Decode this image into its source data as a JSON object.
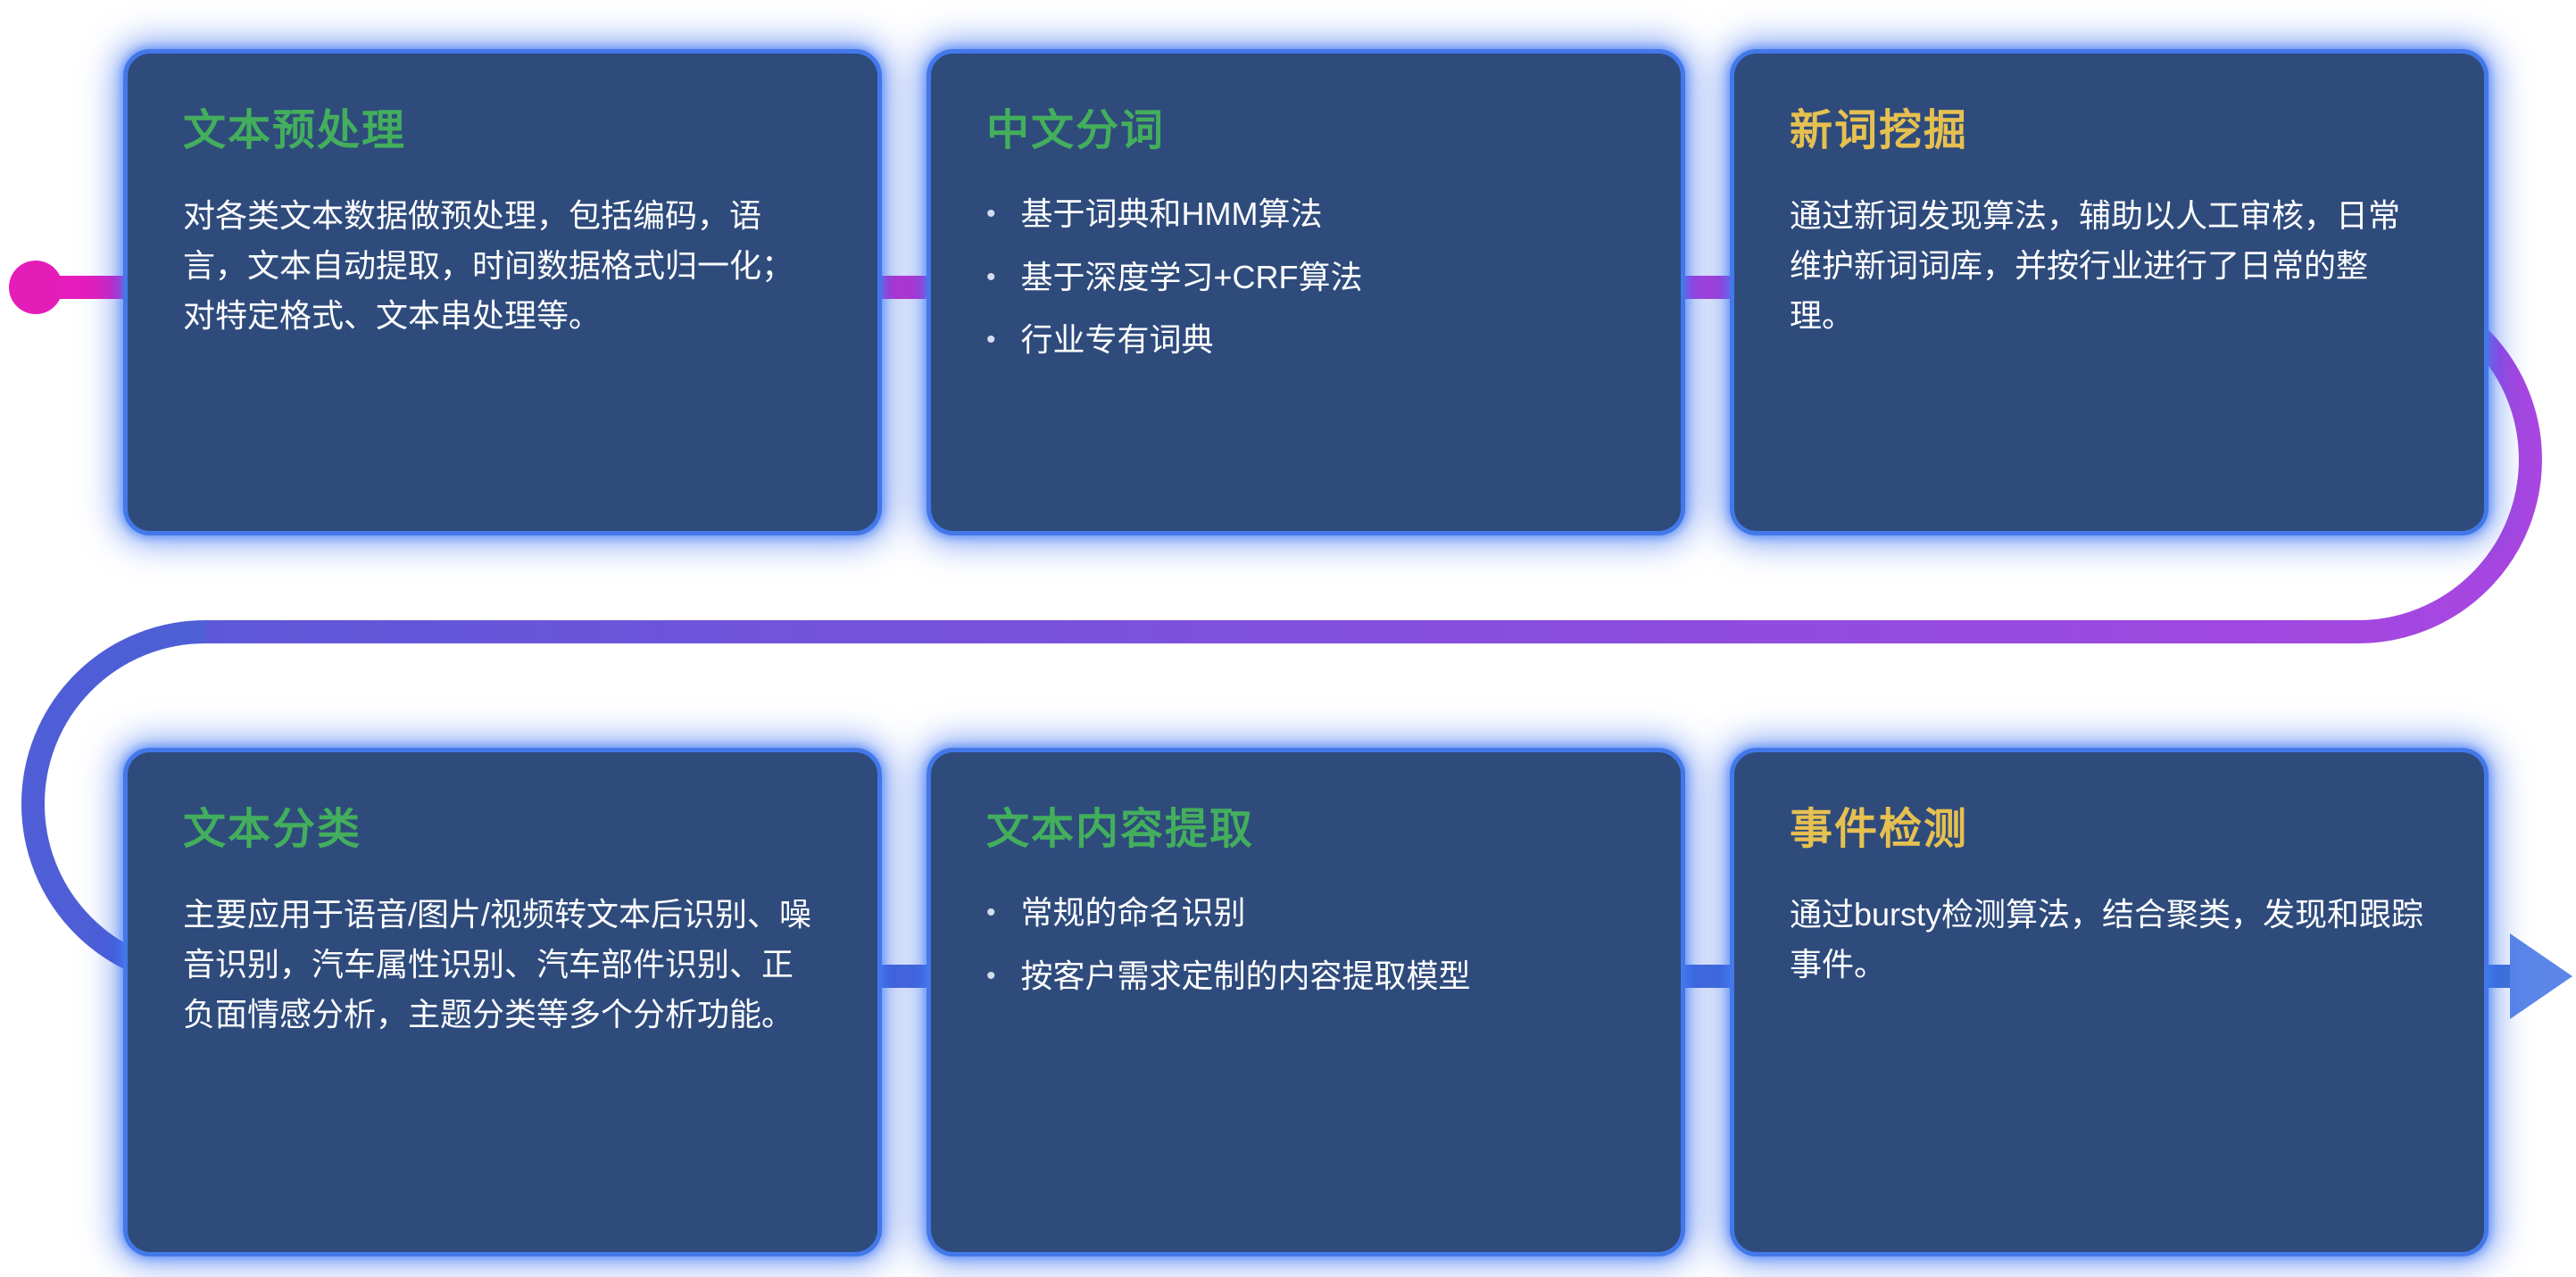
{
  "icons": {
    "bullet": "•"
  },
  "colors": {
    "card_background": "#2e4b7c",
    "card_glow": "#2a62eb",
    "title_green": "#43ae5c",
    "title_yellow": "#e6c050",
    "body_text": "#ffffff",
    "flow_start_dot": "#e41cb8",
    "flow_gradient": [
      "#e81bbd",
      "#a846e0",
      "#5e58d8",
      "#4272d8"
    ],
    "flow_arrow": "#5b86e8"
  },
  "cards": [
    {
      "id": "text-preprocessing",
      "title": "文本预处理",
      "title_color": "green",
      "body": "对各类文本数据做预处理，包括编码，语言，文本自动提取，时间数据格式归一化；对特定格式、文本串处理等。"
    },
    {
      "id": "chinese-word-segmentation",
      "title": "中文分词",
      "title_color": "green",
      "bullets": [
        "基于词典和HMM算法",
        "基于深度学习+CRF算法",
        "行业专有词典"
      ]
    },
    {
      "id": "new-word-mining",
      "title": "新词挖掘",
      "title_color": "yellow",
      "body": "通过新词发现算法，辅助以人工审核，日常维护新词词库，并按行业进行了日常的整理。"
    },
    {
      "id": "text-classification",
      "title": "文本分类",
      "title_color": "green",
      "body": "主要应用于语音/图片/视频转文本后识别、噪音识别，汽车属性识别、汽车部件识别、正负面情感分析，主题分类等多个分析功能。"
    },
    {
      "id": "text-content-extraction",
      "title": "文本内容提取",
      "title_color": "green",
      "bullets": [
        "常规的命名识别",
        "按客户需求定制的内容提取模型"
      ]
    },
    {
      "id": "event-detection",
      "title": "事件检测",
      "title_color": "yellow",
      "body": "通过bursty检测算法，结合聚类，发现和跟踪事件。"
    }
  ]
}
